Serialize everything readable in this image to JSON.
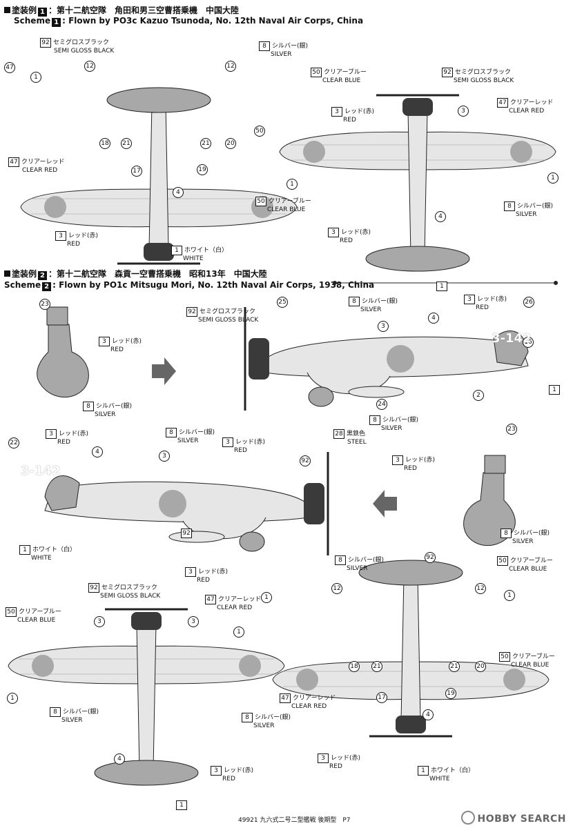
{
  "scheme1": {
    "title_jp": "塗装例",
    "title_jp_rest": "：第十二航空隊　角田和男三空曹搭乗機　中国大陸",
    "num": "1",
    "title_en_prefix": "Scheme",
    "title_en_rest": ": Flown by PO3c Kazuo Tsunoda, No. 12th Naval Air Corps, China"
  },
  "scheme2": {
    "title_jp": "塗装例",
    "title_jp_rest": "：第十二航空隊　森貢一空曹搭乗機　昭和13年　中国大陸",
    "num": "2",
    "title_en_prefix": "Scheme",
    "title_en_rest": ": Flown by PO1c Mitsugu Mori, No. 12th Naval Air Corps, 1938, China"
  },
  "colors": {
    "c1": {
      "num": "1",
      "jp": "ホワイト（白）",
      "en": "WHITE"
    },
    "c3": {
      "num": "3",
      "jp": "レッド(赤)",
      "en": "RED"
    },
    "c8": {
      "num": "8",
      "jp": "シルバー(銀)",
      "en": "SILVER"
    },
    "c28": {
      "num": "28",
      "jp": "黒鉄色",
      "en": "STEEL"
    },
    "c47": {
      "num": "47",
      "jp": "クリアーレッド",
      "en": "CLEAR RED"
    },
    "c50": {
      "num": "50",
      "jp": "クリアーブルー",
      "en": "CLEAR BLUE"
    },
    "c92": {
      "num": "92",
      "jp": "セミグロスブラック",
      "en": "SEMI GLOSS BLACK"
    }
  },
  "decals": {
    "d1": "1",
    "d2": "2",
    "d3": "3",
    "d4": "4",
    "d12": "12",
    "d16": "16",
    "d17": "17",
    "d18": "18",
    "d19": "19",
    "d20": "20",
    "d21": "21",
    "d22": "22",
    "d23": "23",
    "d24": "24",
    "d25": "25",
    "d26": "26"
  },
  "tail_code": "3-142",
  "footer": "49921 九六式二号二型艦戦 後期型　P7",
  "brand": "HOBBY SEARCH",
  "art": {
    "silver": "#e6e6e6",
    "red": "#a8a8a8",
    "black": "#3a3a3a",
    "line": "#222222"
  }
}
